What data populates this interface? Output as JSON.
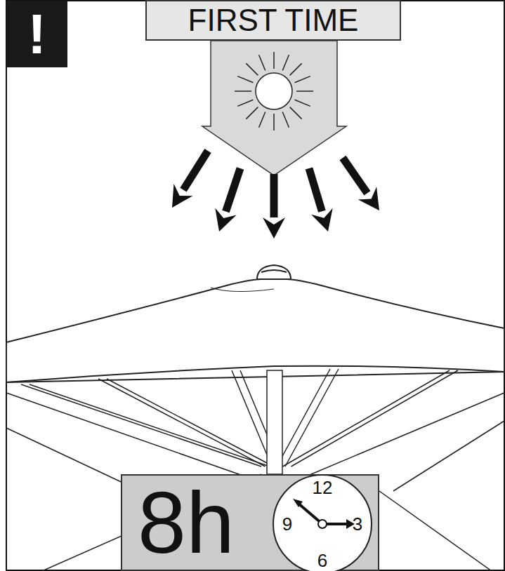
{
  "diagram": {
    "nodes": [
      {
        "text": [
          "!"
        ]
      },
      {
        "text": [
          "FIRST TIME"
        ]
      },
      {
        "text": [
          "8h"
        ]
      },
      {
        "text": [
          "12",
          "9",
          "3",
          "6"
        ],
        "in": 2
      }
    ]
  }
}
